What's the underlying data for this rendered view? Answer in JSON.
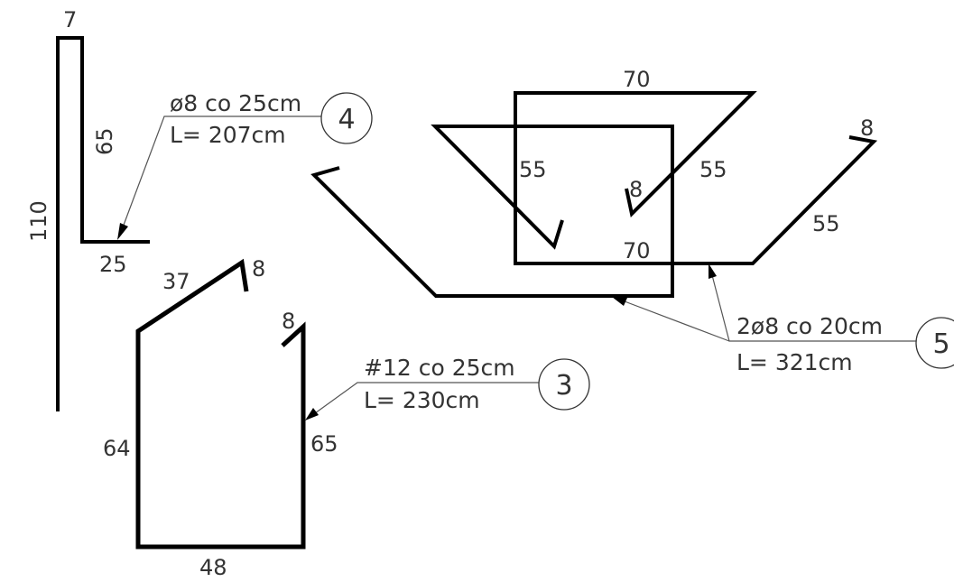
{
  "colors": {
    "bar": "#000000",
    "text": "#333333",
    "leader": "#555555",
    "background": "#ffffff"
  },
  "mark4": {
    "number": "4",
    "spec": "ø8 co 25cm",
    "length": "L= 207cm",
    "dims": {
      "top": "7",
      "total": "110",
      "vertical": "65",
      "bottom": "25"
    }
  },
  "mark3": {
    "number": "3",
    "spec": "#12 co 25cm",
    "length": "L= 230cm",
    "dims": {
      "slope": "37",
      "hook_left": "8",
      "hook_right": "8",
      "left": "64",
      "right": "65",
      "bottom": "48"
    }
  },
  "mark5": {
    "number": "5",
    "spec": "2ø8 co 20cm",
    "length": "L= 321cm",
    "dims": {
      "top": "70",
      "middle": "70",
      "left_inner": "55",
      "right_inner": "55",
      "right_outer": "55",
      "hook_inner": "8",
      "hook_outer": "8"
    }
  }
}
